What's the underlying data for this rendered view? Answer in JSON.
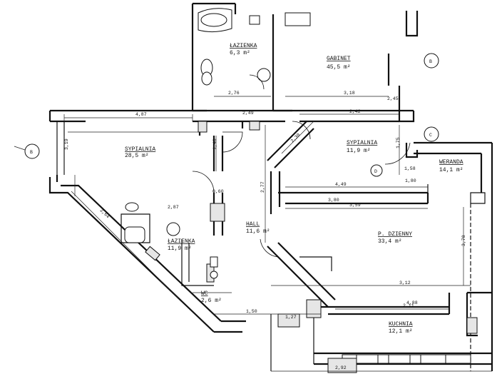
{
  "plan": {
    "rooms": [
      {
        "id": "gabinet",
        "name": "GABINET",
        "area": "45,5 m²"
      },
      {
        "id": "sypialnia",
        "name": "SYPIALNIA",
        "area": "28,5 m²"
      },
      {
        "id": "sypialnia2",
        "name": "SYPIALNIA",
        "area": "11,9 m²"
      },
      {
        "id": "weranda",
        "name": "WERANDA",
        "area": "14,1 m²"
      },
      {
        "id": "pokoj-dzienny",
        "name": "P. DZIENNY",
        "area": "33,4 m²"
      },
      {
        "id": "kuchnia",
        "name": "KUCHNIA",
        "area": "12,1 m²"
      },
      {
        "id": "lazienka-1",
        "name": "ŁAZIENKA",
        "area": "6,3 m²"
      },
      {
        "id": "lazienka-2",
        "name": "ŁAZIENKA",
        "area": "11,9 m²"
      },
      {
        "id": "hall",
        "name": "HALL",
        "area": "11,6 m²"
      },
      {
        "id": "wc",
        "name": "WC",
        "area": "2,6 m²"
      }
    ],
    "dimensions": [
      "2,76",
      "3,18",
      "4,87",
      "2,42",
      "2,49",
      "3,19",
      "2,77",
      "1,48",
      "4,49",
      "3,59",
      "3,12",
      "2,11",
      "1,50",
      "3,78",
      "2,87",
      "2,64",
      "1,75",
      "3,80",
      "4,88",
      "1,27",
      "0,60",
      "1,58",
      "2,30",
      "1,80",
      "2,45",
      "2,92"
    ],
    "axes": [
      "B",
      "B",
      "C",
      "D"
    ]
  }
}
